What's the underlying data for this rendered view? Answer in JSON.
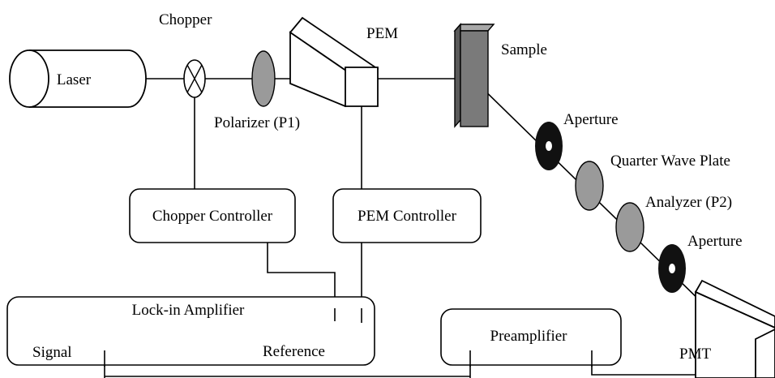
{
  "labels": {
    "laser": "Laser",
    "chopper": "Chopper",
    "polarizer": "Polarizer (P1)",
    "pem": "PEM",
    "sample": "Sample",
    "aperture_1": "Aperture",
    "quarter_wave_plate": "Quarter Wave Plate",
    "analyzer": "Analyzer (P2)",
    "aperture_2": "Aperture",
    "chopper_controller": "Chopper Controller",
    "pem_controller": "PEM Controller",
    "lockin_amplifier": "Lock-in Amplifier",
    "signal": "Signal",
    "reference": "Reference",
    "preamplifier": "Preamplifier",
    "pmt": "PMT"
  },
  "colors": {
    "line": "#000000",
    "polarizer_fill": "#9a9a9a",
    "sample_front": "#7a7a7a",
    "sample_side": "#5a5a5a",
    "sample_top": "#a8a8a8",
    "aperture": "#111111"
  }
}
